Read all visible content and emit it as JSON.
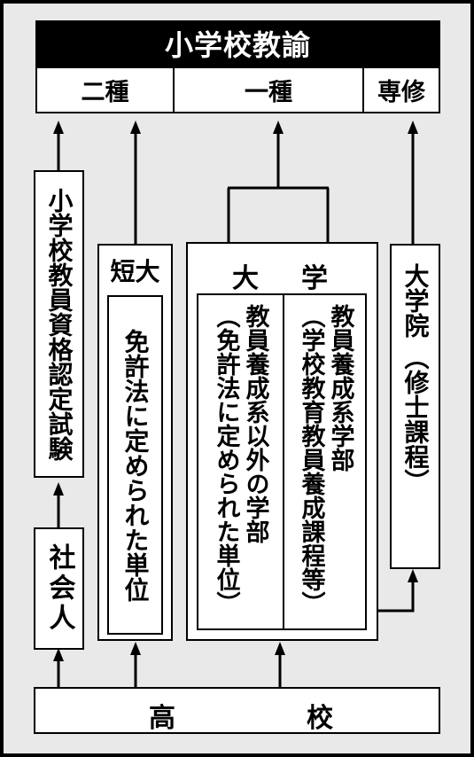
{
  "header": {
    "title": "小学校教諭"
  },
  "licenses": {
    "class2": "二種",
    "class1": "一種",
    "specialized": "専修"
  },
  "certification_exam": "小学校教員資格認定試験",
  "working_adult": "社会人",
  "junior_college": {
    "label": "短大",
    "inner": "免許法に定められた単位"
  },
  "university": {
    "label_left": "大",
    "label_right": "学",
    "left_col": "教員養成系以外の学部",
    "left_col_sub": "（免許法に定められた単位）",
    "right_col": "教員養成系学部",
    "right_col_sub": "（学校教育教員養成課程等）"
  },
  "graduate_school": {
    "label": "大学院",
    "sub": "（修士課程）"
  },
  "high_school": {
    "left": "高",
    "right": "校"
  }
}
